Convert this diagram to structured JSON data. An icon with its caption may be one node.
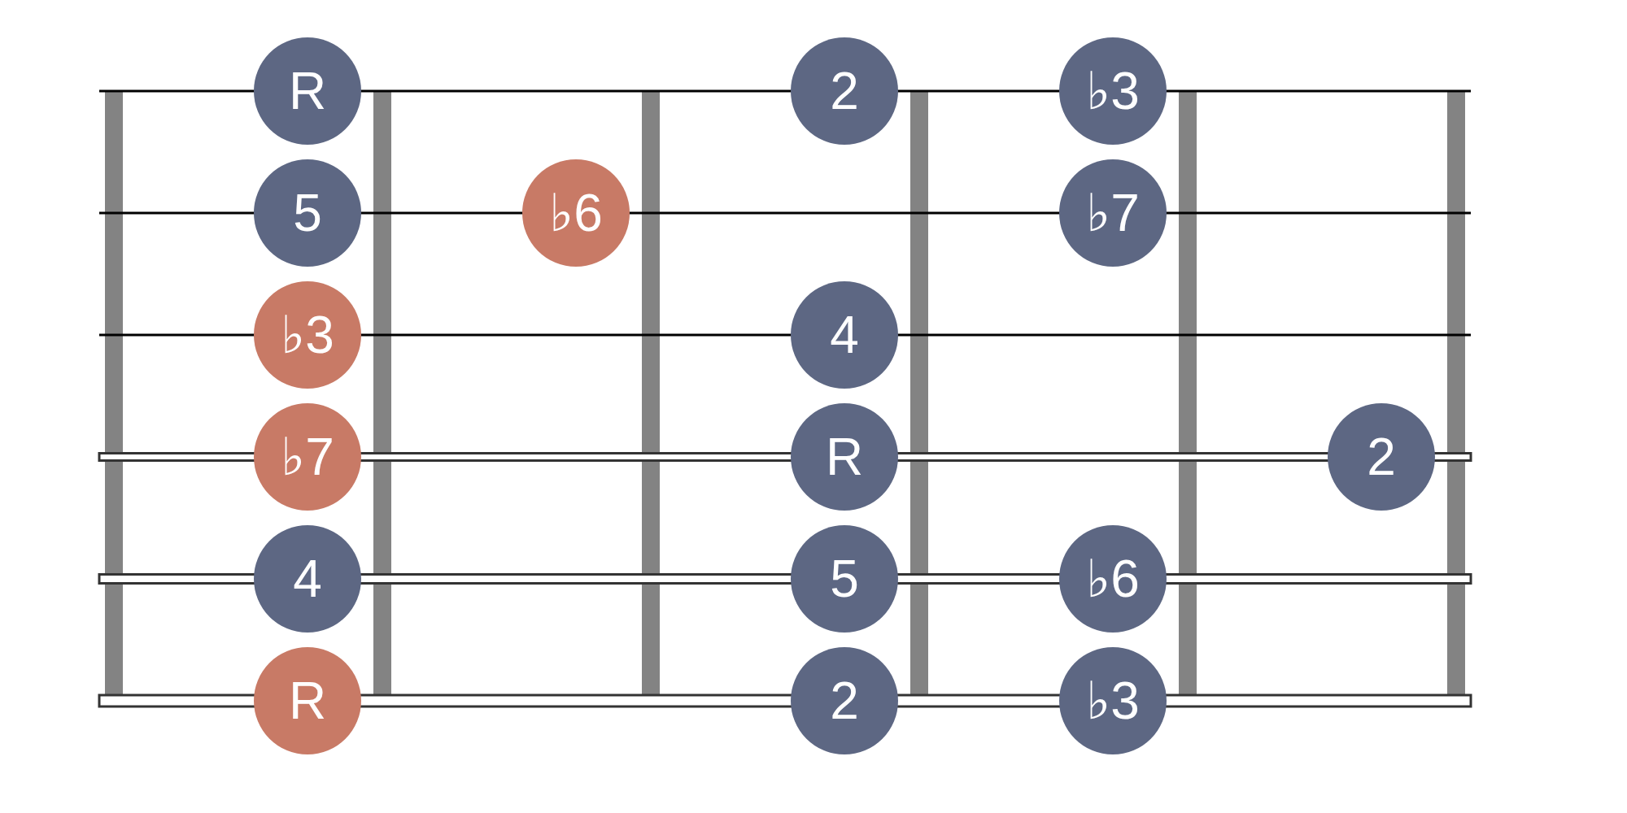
{
  "diagram": {
    "nodes": [
      {
        "text": [
          "R"
        ]
      },
      {
        "text": [
          "2"
        ]
      },
      {
        "text": [
          "♭3"
        ]
      },
      {
        "text": [
          "5"
        ]
      },
      {
        "text": [
          "♭6"
        ]
      },
      {
        "text": [
          "♭7"
        ]
      },
      {
        "text": [
          "♭3"
        ]
      },
      {
        "text": [
          "4"
        ]
      },
      {
        "text": [
          "♭7"
        ]
      },
      {
        "text": [
          "R"
        ]
      },
      {
        "text": [
          "2"
        ]
      },
      {
        "text": [
          "4"
        ]
      },
      {
        "text": [
          "5"
        ]
      },
      {
        "text": [
          "♭6"
        ]
      },
      {
        "text": [
          "R"
        ]
      },
      {
        "text": [
          "2"
        ]
      },
      {
        "text": [
          "♭3"
        ]
      }
    ]
  }
}
